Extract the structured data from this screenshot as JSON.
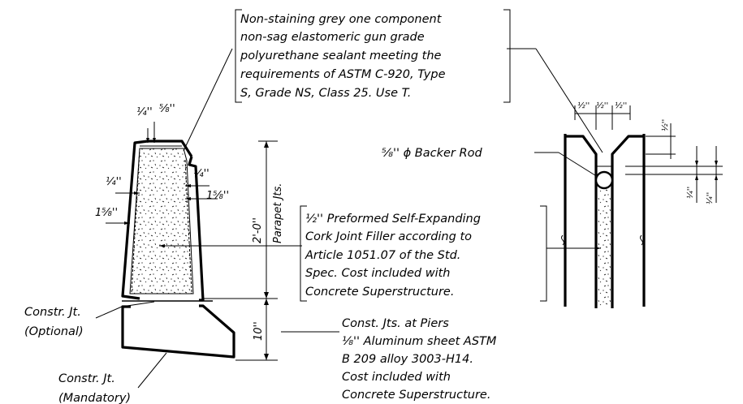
{
  "sealant_note": [
    "Non-staining grey one component",
    "non-sag elastomeric gun grade",
    "polyurethane sealant meeting the",
    "requirements of ASTM C-920, Type",
    "S, Grade NS, Class 25. Use T."
  ],
  "cork_note": [
    "½'' Preformed Self-Expanding",
    "Cork Joint Filler according to",
    "Article 1051.07 of the Std.",
    "Spec. Cost included with",
    "Concrete Superstructure."
  ],
  "piers_note": [
    "Const. Jts. at Piers",
    "⅛'' Aluminum sheet ASTM",
    "B 209 alloy 3003-H14.",
    "Cost included with",
    "Concrete Superstructure."
  ],
  "constr_optional": [
    "Constr. Jt.",
    "(Optional)"
  ],
  "constr_mandatory": [
    "Constr. Jt.",
    "(Mandatory)"
  ],
  "backer_rod": "⅝'' ϕ Backer Rod",
  "dims": {
    "quarter_top": "¼''",
    "five_eighths_top": "⅝''",
    "quarter_left": "¼''",
    "quarter_right": "¼''",
    "one_five_eighths_left": "1⅝''",
    "one_five_eighths_right": "1⅝''",
    "height_main": "2'-0''",
    "parapet_jts": "Parapet Jts.",
    "ten": "10''",
    "half_a": "½''",
    "half_b": "½''",
    "half_c": "½''",
    "half_right": "½''",
    "quarter_r1": "¼''",
    "quarter_r2": "¼''"
  }
}
